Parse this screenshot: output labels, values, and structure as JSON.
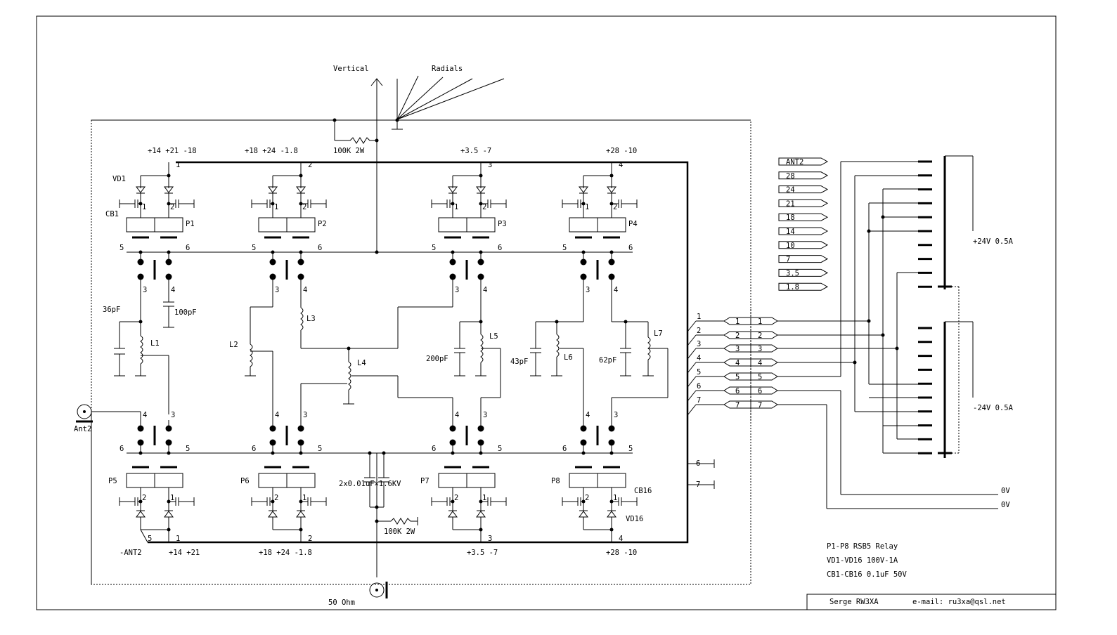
{
  "top_labels": {
    "vertical": "Vertical",
    "radials": "Radials"
  },
  "resistors": {
    "r1": "100K 2W",
    "r2": "100K 2W"
  },
  "top_band_labels": [
    "+14 +21 -18",
    "+18 +24 -1.8",
    "+3.5 -7",
    "+28 -10"
  ],
  "bottom_band_labels": [
    "-ANT2",
    "+14 +21",
    "+18 +24 -1.8",
    "+3.5 -7",
    "+28 -10"
  ],
  "relays_top": [
    "P1",
    "P2",
    "P3",
    "P4"
  ],
  "relays_bottom": [
    "P5",
    "P6",
    "P7",
    "P8"
  ],
  "pin_numbers": {
    "p1": "1",
    "p2": "2",
    "p3": "3",
    "p4": "4",
    "p5": "5",
    "p6": "6",
    "p7": "7"
  },
  "components": {
    "vd1": "VD1",
    "cb1": "CB1",
    "cb16": "CB16",
    "vd16": "VD16",
    "c36": "36pF",
    "c100": "100pF",
    "c200": "200pF",
    "c43": "43pF",
    "c62": "62pF",
    "l1": "L1",
    "l2": "L2",
    "l3": "L3",
    "l4": "L4",
    "l5": "L5",
    "l6": "L6",
    "l7": "L7",
    "cap_pair": "2x0.01uF×1.6KV"
  },
  "connectors": {
    "ant2": "Ant2",
    "ohm50": "50 Ohm"
  },
  "band_switch": [
    "ANT2",
    "28",
    "24",
    "21",
    "18",
    "14",
    "10",
    "7",
    "3.5",
    "1.8"
  ],
  "power": {
    "plus": "+24V 0.5A",
    "minus": "-24V 0.5A",
    "zero1": "0V",
    "zero2": "0V"
  },
  "notes": [
    "P1-P8  RSB5 Relay",
    "VD1-VD16 100V-1A",
    "CB1-CB16 0.1uF 50V"
  ],
  "title_block": {
    "author": "Serge RW3XA",
    "email": "e-mail: ru3xa@qsl.net"
  }
}
